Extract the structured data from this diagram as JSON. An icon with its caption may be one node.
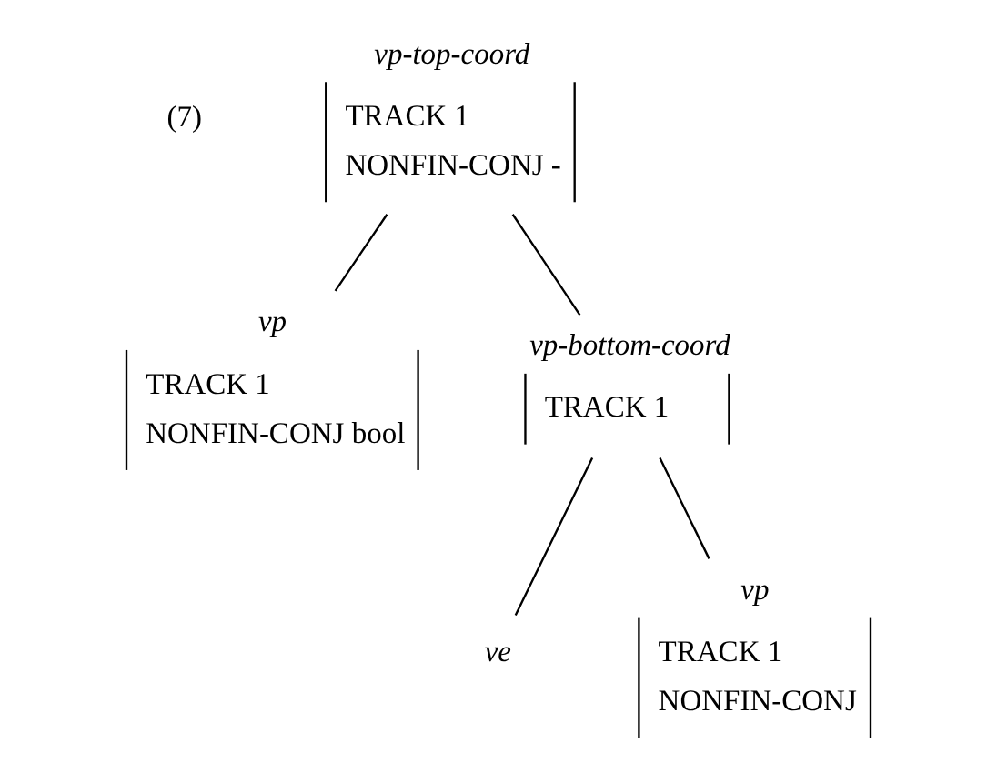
{
  "diagram": {
    "nodes": [
      {
        "text": [
          "vp-top-coord",
          "TRACK 1",
          "NONFIN-CONJ -"
        ]
      },
      {
        "text": [
          "vp",
          "TRACK 1",
          "NONFIN-CONJ bool"
        ]
      },
      {
        "text": [
          "vp-bottom-coord",
          "TRACK 1"
        ]
      },
      {
        "text": [
          "ve"
        ]
      },
      {
        "text": [
          "vp",
          "TRACK 1",
          "NONFIN-CONJ"
        ]
      }
    ],
    "edges": [
      {
        "from": 0,
        "to": 1,
        "arrow": "none"
      },
      {
        "from": 0,
        "to": 2,
        "arrow": "none"
      },
      {
        "from": 2,
        "to": 3,
        "arrow": "none"
      },
      {
        "from": 2,
        "to": 4,
        "arrow": "none"
      }
    ],
    "labels": [
      "(7)"
    ]
  }
}
